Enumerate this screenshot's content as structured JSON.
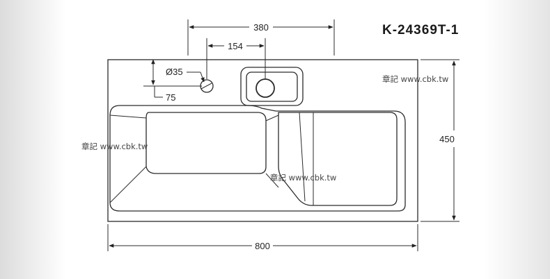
{
  "model_code": "K-24369T-1",
  "dimensions": {
    "width": "800",
    "height": "450",
    "drain_offset": "380",
    "tap_offset": "154",
    "tap_hole": "Ø35",
    "tap_edge": "75"
  },
  "watermark": "章記 www.cbk.tw",
  "colors": {
    "line": "#2a2a2a",
    "background": "#ffffff"
  }
}
